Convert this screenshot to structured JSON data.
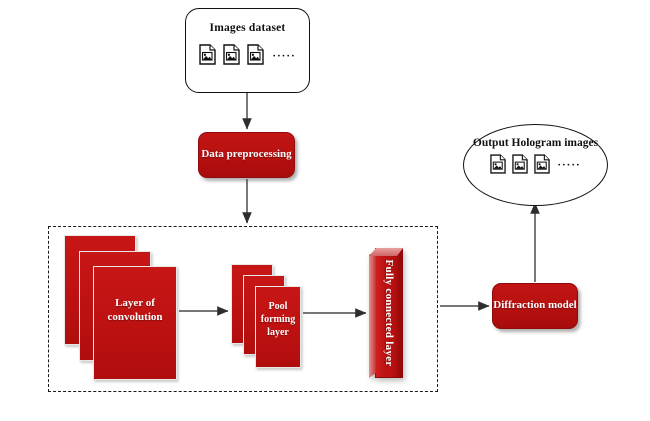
{
  "diagram": {
    "title_hidden": "",
    "colors": {
      "red": "#b81414",
      "red_light": "#cf2020",
      "red_dark": "#8e0707",
      "outline": "#111111",
      "arrow": "#3a3a3a",
      "background": "#ffffff"
    },
    "dataset": {
      "label": "Images dataset",
      "icons": [
        "image-file-icon",
        "image-file-icon",
        "image-file-icon"
      ],
      "ellipsis": "·····"
    },
    "preprocessing": {
      "label": "Data preprocessing"
    },
    "cnn": {
      "container_style": "dashed",
      "convolution": {
        "label": "Layer of convolution",
        "plates": 3
      },
      "pooling": {
        "label": "Pool forming layer",
        "plates": 3
      },
      "fully_connected": {
        "label": "Fully connected layer",
        "orientation": "vertical"
      }
    },
    "diffraction": {
      "label": "Diffraction model"
    },
    "output": {
      "label": "Output Hologram images",
      "icons": [
        "image-file-icon",
        "image-file-icon",
        "image-file-icon"
      ],
      "ellipsis": "·····"
    },
    "arrows": [
      {
        "name": "dataset-to-preprocessing",
        "direction": "down"
      },
      {
        "name": "preprocessing-to-cnn",
        "direction": "down"
      },
      {
        "name": "convolution-to-pooling",
        "direction": "right"
      },
      {
        "name": "pooling-to-fully-connected",
        "direction": "right"
      },
      {
        "name": "cnn-to-diffraction",
        "direction": "right"
      },
      {
        "name": "diffraction-to-output",
        "direction": "up"
      }
    ]
  }
}
